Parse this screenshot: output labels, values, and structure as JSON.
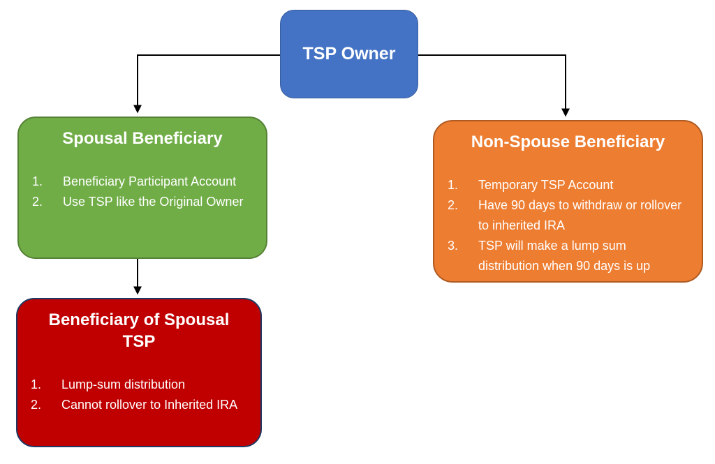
{
  "canvas": {
    "background": "#ffffff"
  },
  "connectors": {
    "stroke": "#000000"
  },
  "nodes": {
    "owner": {
      "title": "TSP Owner",
      "fill": "#4472C4",
      "border": "#3A5F9E"
    },
    "spousal": {
      "title": "Spousal Beneficiary",
      "fill": "#70AD47",
      "border": "#548235",
      "items": [
        "Beneficiary Participant Account",
        "Use TSP like the Original Owner"
      ]
    },
    "non_spouse": {
      "title": "Non-Spouse Beneficiary",
      "fill": "#ED7D31",
      "border": "#AE5A21",
      "items": [
        "Temporary TSP Account",
        "Have 90 days to withdraw or rollover to inherited IRA",
        "TSP will make a lump sum distribution when 90 days is up"
      ]
    },
    "spousal_tsp": {
      "title": "Beneficiary of Spousal TSP",
      "fill": "#C00000",
      "border": "#1F3864",
      "items": [
        "Lump-sum distribution",
        "Cannot rollover to Inherited IRA"
      ]
    }
  }
}
